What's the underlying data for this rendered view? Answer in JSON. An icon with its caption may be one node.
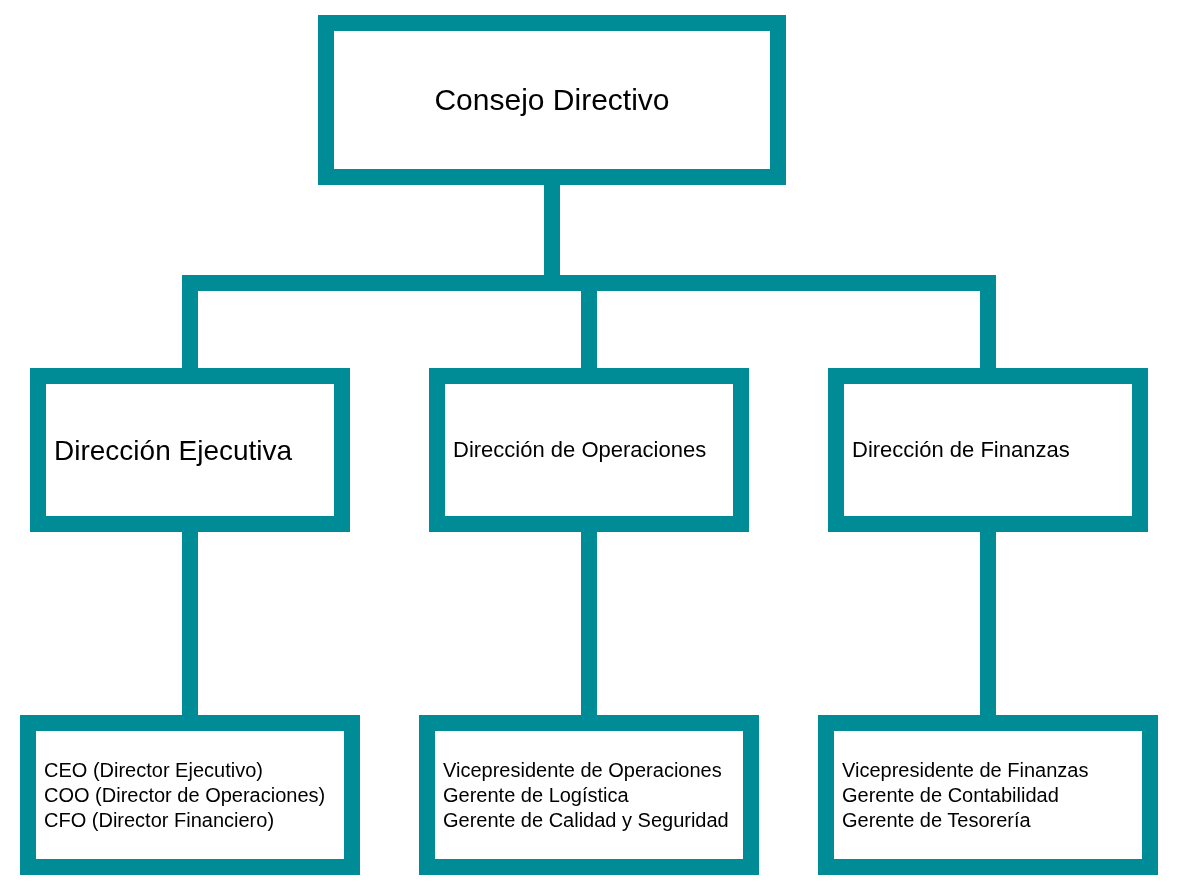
{
  "diagram": {
    "nodes": [
      {
        "text": [
          "Consejo Directivo"
        ]
      },
      {
        "text": [
          "Dirección Ejecutiva"
        ]
      },
      {
        "text": [
          "Dirección de Operaciones"
        ]
      },
      {
        "text": [
          "Dirección de Finanzas"
        ]
      },
      {
        "text": [
          "CEO (Director Ejecutivo)",
          "COO (Director de Operaciones)",
          "CFO (Director Financiero)"
        ]
      },
      {
        "text": [
          "Vicepresidente de Operaciones",
          "Gerente de Logística",
          "Gerente de Calidad y Seguridad"
        ]
      },
      {
        "text": [
          "Vicepresidente de Finanzas",
          "Gerente de Contabilidad",
          "Gerente de Tesorería"
        ]
      }
    ],
    "edges": [
      {
        "from": 0,
        "to": 1,
        "arrow": "none"
      },
      {
        "from": 0,
        "to": 2,
        "arrow": "none"
      },
      {
        "from": 0,
        "to": 3,
        "arrow": "none"
      },
      {
        "from": 1,
        "to": 4,
        "arrow": "none"
      },
      {
        "from": 2,
        "to": 5,
        "arrow": "none"
      },
      {
        "from": 3,
        "to": 6,
        "arrow": "none"
      }
    ]
  }
}
